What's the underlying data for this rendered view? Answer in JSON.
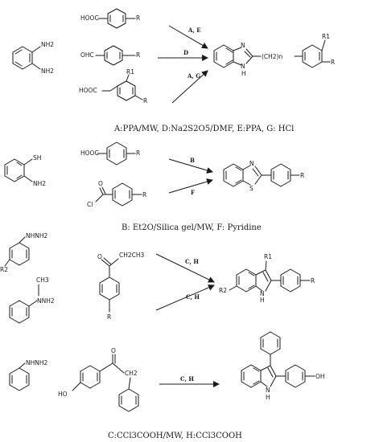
{
  "row1": {
    "reactant_labels": {
      "nh2_top": "NH2",
      "nh2_bottom": "NH2",
      "cooh": "HOOC",
      "r_acid": "R",
      "cho": "OHC",
      "r_ald": "R",
      "ch2cooh": "HOOC",
      "r1_phenylacetic": "R1",
      "r_phenylacetic": "R"
    },
    "arrow_labels": {
      "top": "A, E",
      "middle": "D",
      "bottom": "A, G"
    },
    "product_labels": {
      "n": "N",
      "nh": "N",
      "h": "H",
      "chain": "(CH2)n",
      "r1": "R1",
      "r": "R"
    },
    "caption": "A:PPA/MW, D:Na2S2O5/DMF, E:PPA, G: HCl"
  },
  "row2": {
    "reactant_labels": {
      "sh": "SH",
      "nh2": "NH2",
      "cooh": "HOOC",
      "r_acid": "R",
      "o": "O",
      "cl": "Cl",
      "r_chloride": "R"
    },
    "arrow_labels": {
      "top": "B",
      "bottom": "F"
    },
    "product_labels": {
      "n": "N",
      "s": "S",
      "r": "R"
    },
    "caption": "B: Et2O/Silica gel/MW, F: Pyridine"
  },
  "row3": {
    "reactant_labels": {
      "nhnh2": "NHNH2",
      "r2": "R2",
      "ch3": "CH3",
      "n_nh2": "NNH2",
      "o": "O",
      "ethyl": "CH2CH3",
      "r": "R"
    },
    "arrow_labels": {
      "top": "C, H",
      "bottom": "C, H"
    },
    "product_labels": {
      "r1": "R1",
      "r2": "R2",
      "nh": "N",
      "h": "H",
      "r": "R"
    }
  },
  "row4": {
    "reactant_labels": {
      "nhnh2": "NHNH2",
      "o": "O",
      "ch2": "CH2",
      "ho": "HO"
    },
    "arrow_labels": {
      "main": "C, H"
    },
    "product_labels": {
      "nh": "N",
      "h": "H",
      "oh": "OH"
    },
    "caption": "C:CCl3COOH/MW, H:CCl3COOH"
  }
}
